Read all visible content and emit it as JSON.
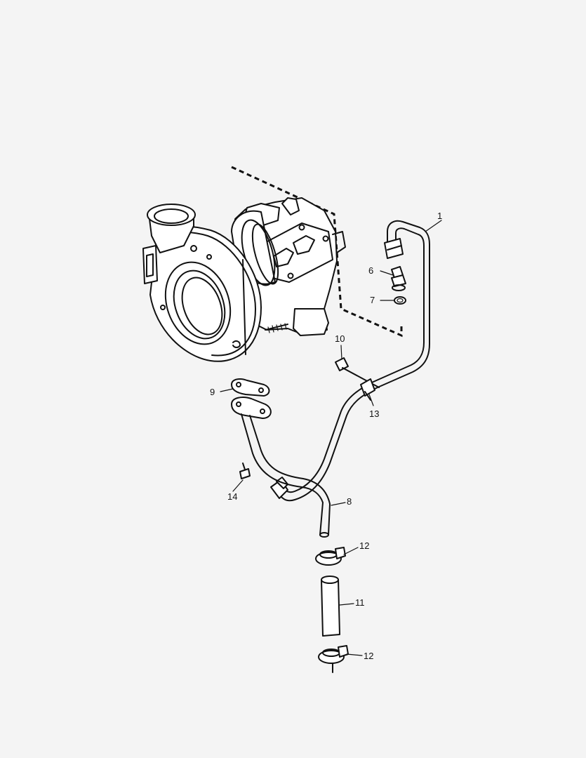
{
  "callouts": [
    {
      "id": "1",
      "label": "1"
    },
    {
      "id": "6",
      "label": "6"
    },
    {
      "id": "7",
      "label": "7"
    },
    {
      "id": "10",
      "label": "10"
    },
    {
      "id": "9",
      "label": "9"
    },
    {
      "id": "13",
      "label": "13"
    },
    {
      "id": "14",
      "label": "14"
    },
    {
      "id": "8",
      "label": "8"
    },
    {
      "id": "12a",
      "label": "12"
    },
    {
      "id": "11",
      "label": "11"
    },
    {
      "id": "12b",
      "label": "12"
    }
  ],
  "colors": {
    "background": "#f4f4f4",
    "ink": "#111111"
  }
}
